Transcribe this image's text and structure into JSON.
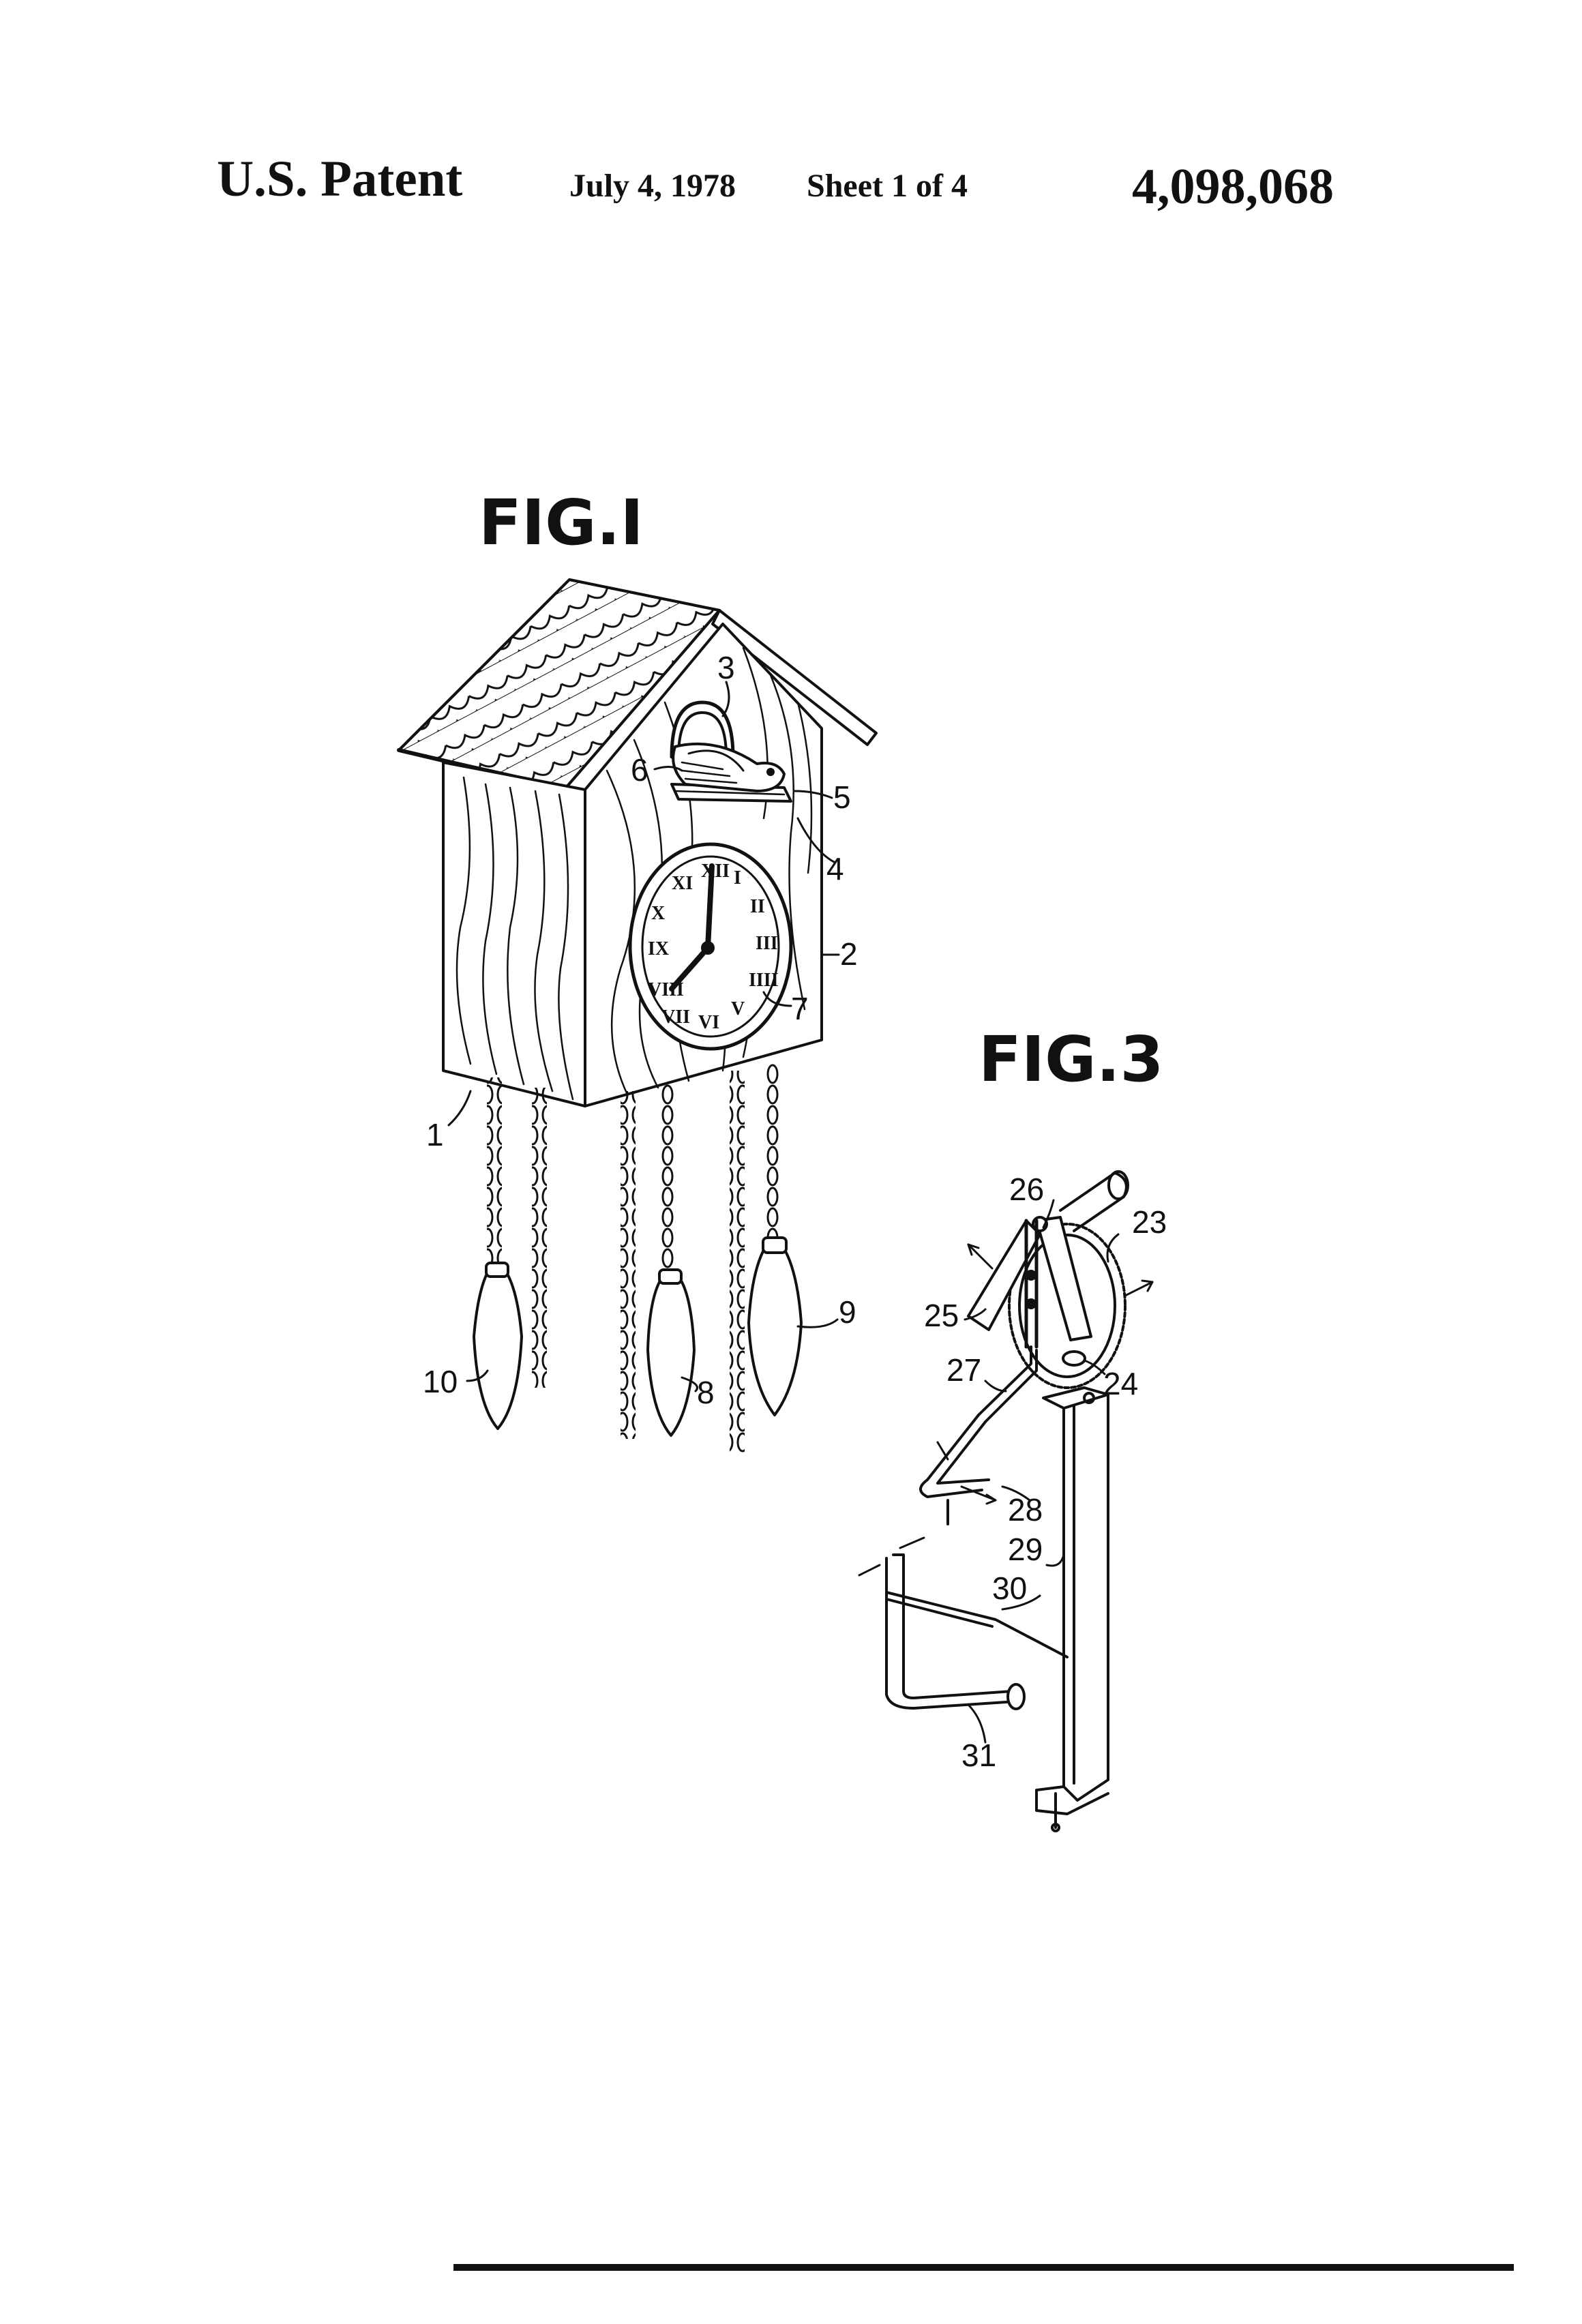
{
  "header": {
    "title": "U.S. Patent",
    "date": "July 4, 1978",
    "sheet": "Sheet 1 of 4",
    "patent_number": "4,098,068"
  },
  "figures": {
    "fig1": {
      "label": "FIG.I",
      "ref_numerals": [
        "1",
        "2",
        "3",
        "4",
        "5",
        "6",
        "7",
        "8",
        "9",
        "10"
      ],
      "clock_numerals": [
        "XII",
        "I",
        "II",
        "III",
        "IIII",
        "V",
        "VI",
        "VII",
        "VIII",
        "IX",
        "X",
        "XI"
      ]
    },
    "fig3": {
      "label": "FIG.3",
      "ref_numerals": [
        "23",
        "24",
        "25",
        "26",
        "27",
        "28",
        "29",
        "30",
        "31"
      ]
    }
  },
  "colors": {
    "ink": "#111111",
    "paper": "#ffffff"
  }
}
